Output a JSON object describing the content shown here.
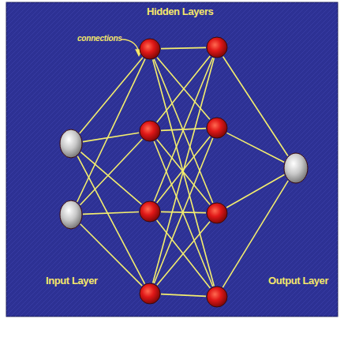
{
  "diagram": {
    "nodes": [
      {
        "text": []
      },
      {
        "text": []
      },
      {
        "text": []
      },
      {
        "text": []
      },
      {
        "text": []
      },
      {
        "text": []
      },
      {
        "text": []
      },
      {
        "text": []
      },
      {
        "text": []
      },
      {
        "text": []
      },
      {
        "text": []
      }
    ],
    "edges": [
      {
        "from": 0,
        "to": 2,
        "arrow": "none"
      },
      {
        "from": 0,
        "to": 3,
        "arrow": "none"
      },
      {
        "from": 0,
        "to": 4,
        "arrow": "none"
      },
      {
        "from": 0,
        "to": 5,
        "arrow": "none"
      },
      {
        "from": 1,
        "to": 2,
        "arrow": "none"
      },
      {
        "from": 1,
        "to": 3,
        "arrow": "none"
      },
      {
        "from": 1,
        "to": 4,
        "arrow": "none"
      },
      {
        "from": 1,
        "to": 5,
        "arrow": "none"
      },
      {
        "from": 2,
        "to": 6,
        "arrow": "none"
      },
      {
        "from": 2,
        "to": 7,
        "arrow": "none"
      },
      {
        "from": 2,
        "to": 8,
        "arrow": "none"
      },
      {
        "from": 2,
        "to": 9,
        "arrow": "none"
      },
      {
        "from": 3,
        "to": 6,
        "arrow": "none"
      },
      {
        "from": 3,
        "to": 7,
        "arrow": "none"
      },
      {
        "from": 3,
        "to": 8,
        "arrow": "none"
      },
      {
        "from": 3,
        "to": 9,
        "arrow": "none"
      },
      {
        "from": 4,
        "to": 6,
        "arrow": "none"
      },
      {
        "from": 4,
        "to": 7,
        "arrow": "none"
      },
      {
        "from": 4,
        "to": 8,
        "arrow": "none"
      },
      {
        "from": 4,
        "to": 9,
        "arrow": "none"
      },
      {
        "from": 5,
        "to": 6,
        "arrow": "none"
      },
      {
        "from": 5,
        "to": 7,
        "arrow": "none"
      },
      {
        "from": 5,
        "to": 8,
        "arrow": "none"
      },
      {
        "from": 5,
        "to": 9,
        "arrow": "none"
      },
      {
        "from": 6,
        "to": 10,
        "arrow": "none"
      },
      {
        "from": 7,
        "to": 10,
        "arrow": "none"
      },
      {
        "from": 8,
        "to": 10,
        "arrow": "none"
      },
      {
        "from": 9,
        "to": 10,
        "arrow": "none"
      }
    ],
    "labels": [
      "Hidden Layers",
      "connections",
      "Input Layer",
      "Output Layer"
    ]
  }
}
